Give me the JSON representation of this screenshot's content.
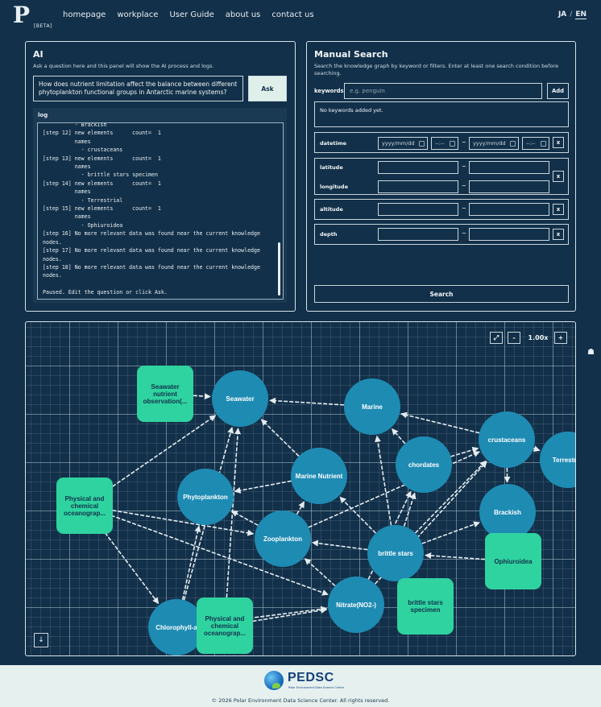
{
  "header": {
    "logo_letter": "P",
    "logo_badge": "[BETA]",
    "nav": [
      "homepage",
      "workplace",
      "User Guide",
      "about us",
      "contact us"
    ],
    "lang": {
      "ja": "JA",
      "separator": "/",
      "en": "EN",
      "active": "EN"
    }
  },
  "ai_panel": {
    "title": "AI",
    "subtitle": "Ask a question here and this panel will show the AI process and logs.",
    "question": "How does nutrient limitation affect the balance between different phytoplankton functional groups in Antarctic marine systems?",
    "ask_label": "Ask",
    "log_label": "log",
    "log_lines": [
      "          - Brackish",
      "[step 12] new elements      count=  1",
      "          names",
      "            - crustaceans",
      "[step 13] new elements      count=  1",
      "          names",
      "            - brittle stars specimen",
      "[step 14] new elements      count=  1",
      "          names",
      "            - Terrestrial",
      "[step 15] new elements      count=  1",
      "          names",
      "            - Ophiuroidea",
      "[step 16] No more relevant data was found near the current knowledge",
      "nodes.",
      "[step 17] No more relevant data was found near the current knowledge",
      "nodes.",
      "[step 18] No more relevant data was found near the current knowledge",
      "nodes.",
      "",
      "Paused. Edit the question or click Ask."
    ]
  },
  "search_panel": {
    "title": "Manual Search",
    "subtitle": "Search the knowledge graph by keyword or filters. Enter at least one search condition before searching.",
    "keywords_label": "keywords",
    "keywords_placeholder": "e.g. penguin",
    "add_label": "Add",
    "no_keywords": "No keywords added yet.",
    "datetime_label": "datetime",
    "date_placeholder": "yyyy/mm/dd",
    "time_placeholder": "--:--",
    "tilde": "~",
    "latitude_label": "latitude",
    "longitude_label": "longitude",
    "altitude_label": "altitude",
    "depth_label": "depth",
    "clear_label": "x",
    "search_label": "Search"
  },
  "graph": {
    "zoom_level": "1.00x",
    "fullscreen_icon": "expand-icon",
    "zoom_out_label": "-",
    "zoom_in_label": "+",
    "download_icon": "arrow-down-icon",
    "side_icon": "bug-icon",
    "colors": {
      "entity": "#1e8bb3",
      "source": "#2fd3a0",
      "edge": "#e4ecf0"
    },
    "nodes": [
      {
        "id": "seawater_obs",
        "label": "Seawater nutrient observation(...",
        "kind": "source"
      },
      {
        "id": "seawater",
        "label": "Seawater",
        "kind": "entity"
      },
      {
        "id": "marine",
        "label": "Marine",
        "kind": "entity"
      },
      {
        "id": "crustaceans",
        "label": "crustaceans",
        "kind": "entity"
      },
      {
        "id": "terrestrial",
        "label": "Terrestrial",
        "kind": "entity"
      },
      {
        "id": "marine_nutrient",
        "label": "Marine Nutrient",
        "kind": "entity"
      },
      {
        "id": "chordates",
        "label": "chordates",
        "kind": "entity"
      },
      {
        "id": "phytoplankton",
        "label": "Phytoplankton",
        "kind": "entity"
      },
      {
        "id": "brackish",
        "label": "Brackish",
        "kind": "entity"
      },
      {
        "id": "phys_chem_1",
        "label": "Physical and chemical oceanograp...",
        "kind": "source"
      },
      {
        "id": "zooplankton",
        "label": "Zooplankton",
        "kind": "entity"
      },
      {
        "id": "brittle_stars",
        "label": "brittle stars",
        "kind": "entity"
      },
      {
        "id": "ophiuroidea",
        "label": "Ophiuroidea",
        "kind": "source"
      },
      {
        "id": "nitrate",
        "label": "Nitrate(NO2-)",
        "kind": "entity"
      },
      {
        "id": "chlorophyll",
        "label": "Chlorophyll-a",
        "kind": "entity"
      },
      {
        "id": "brittle_specimen",
        "label": "brittle stars specimen",
        "kind": "source"
      },
      {
        "id": "phys_chem_2",
        "label": "Physical and chemical oceanograp...",
        "kind": "source"
      }
    ],
    "edges": [
      [
        "seawater_obs",
        "seawater"
      ],
      [
        "marine",
        "seawater"
      ],
      [
        "crustaceans",
        "marine"
      ],
      [
        "chordates",
        "marine"
      ],
      [
        "crustaceans",
        "terrestrial"
      ],
      [
        "crustaceans",
        "brackish"
      ],
      [
        "chordates",
        "crustaceans"
      ],
      [
        "marine_nutrient",
        "phytoplankton"
      ],
      [
        "marine_nutrient",
        "seawater"
      ],
      [
        "zooplankton",
        "marine_nutrient"
      ],
      [
        "zooplankton",
        "phytoplankton"
      ],
      [
        "phys_chem_1",
        "seawater"
      ],
      [
        "phys_chem_1",
        "zooplankton"
      ],
      [
        "phys_chem_1",
        "chlorophyll"
      ],
      [
        "phys_chem_1",
        "nitrate"
      ],
      [
        "chlorophyll",
        "phytoplankton"
      ],
      [
        "chlorophyll",
        "nitrate"
      ],
      [
        "chlorophyll",
        "seawater"
      ],
      [
        "phys_chem_2",
        "seawater"
      ],
      [
        "phys_chem_2",
        "nitrate"
      ],
      [
        "nitrate",
        "zooplankton"
      ],
      [
        "nitrate",
        "chordates"
      ],
      [
        "nitrate",
        "crustaceans"
      ],
      [
        "brittle_stars",
        "marine_nutrient"
      ],
      [
        "brittle_stars",
        "chordates"
      ],
      [
        "brittle_stars",
        "marine"
      ],
      [
        "brittle_stars",
        "brackish"
      ],
      [
        "brittle_stars",
        "zooplankton"
      ],
      [
        "brittle_stars",
        "crustaceans"
      ],
      [
        "ophiuroidea",
        "brittle_stars"
      ],
      [
        "brittle_specimen",
        "brittle_stars"
      ],
      [
        "zooplankton",
        "crustaceans"
      ]
    ]
  },
  "footer": {
    "logo_text": "PEDSC",
    "logo_sub": "Polar Environment Data Science Center",
    "copyright": "© 2026 Polar Environment Data Science Center. All rights reserved."
  }
}
